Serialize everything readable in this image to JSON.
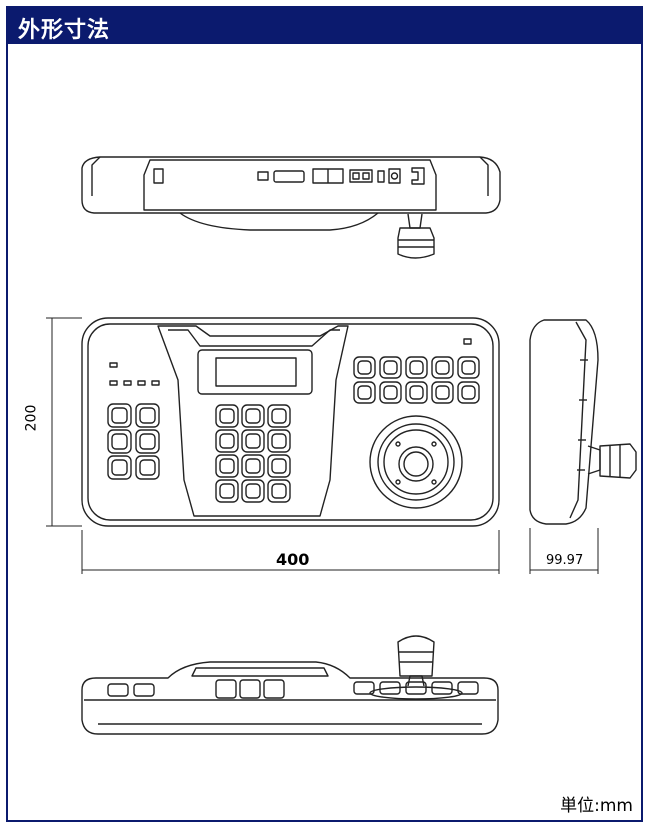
{
  "header": {
    "title": "外形寸法"
  },
  "dimensions": {
    "height": "200",
    "width": "400",
    "depth": "99.97"
  },
  "footer": {
    "unit": "単位:mm"
  },
  "colors": {
    "frame": "#0b1a6e",
    "line": "#222222"
  }
}
